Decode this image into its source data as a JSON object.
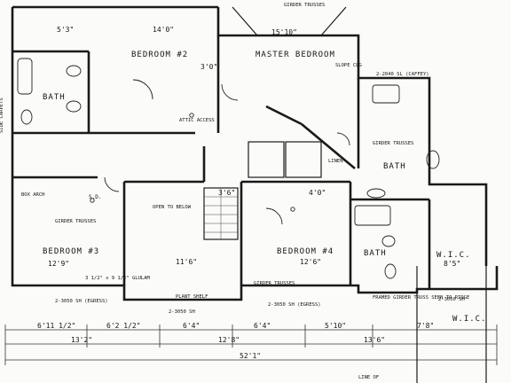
{
  "rooms": {
    "bedroom2": "BEDROOM #2",
    "master_bedroom": "MASTER BEDROOM",
    "bath_upper_left": "BATH",
    "bath_right": "BATH",
    "bedroom3": "BEDROOM #3",
    "bedroom4": "BEDROOM #4",
    "bath_lower": "BATH",
    "wic_right": "W.I.C.",
    "wic_bottom": "W.I.C."
  },
  "room_dimensions": {
    "bedroom2_width": "14'0\"",
    "master_width": "15'10\"",
    "upper_left_bath": "5'3\"",
    "bedroom3_width": "12'9\"",
    "bedroom3_bottom": "11'6\"",
    "bedroom4_width": "12'6\"",
    "wic_width": "8'5\"",
    "hall_a": "3'0\"",
    "hall_b": "3'6\"",
    "hall_c": "4'0\""
  },
  "overall_dimensions": {
    "row1": [
      "6'11 1/2\"",
      "6'2 1/2\"",
      "6'4\"",
      "6'4\"",
      "5'10\"",
      "7'8\""
    ],
    "row2": [
      "13'2\"",
      "12'8\"",
      "13'6\""
    ],
    "total": "52'1\""
  },
  "notes": {
    "girder_truss_top": "GIRDER TRUSSES",
    "girder_truss_left": "GIRDER TRUSSES",
    "girder_truss_mid": "GIRDER TRUSSES",
    "girder_truss_right": "GIRDER TRUSSES",
    "plant_shelf": "PLANT SHELF",
    "window_a": "2-3050 SH (EGRESS)",
    "window_b": "2-3050 SH",
    "window_c": "2-3050 SH (EGRESS)",
    "window_d": "2-2040 SL (CAFFEY)",
    "window_e": "2-3050 SH",
    "open_to_below": "OPEN TO BELOW",
    "slope_clg": "SLOPE CLG",
    "linen": "LINEN",
    "box_arch": "BOX ARCH",
    "beam": "3 1/2\" x 9 1/2\" GLULAM",
    "attic_access": "ATTIC ACCESS",
    "side_carpets": "SIDE CARPETS",
    "line_of": "LINE OF",
    "smoke_alarm": "S.D.",
    "transom": "FRAMED GIRDER TRUSS SEEN TO RIDGE"
  }
}
